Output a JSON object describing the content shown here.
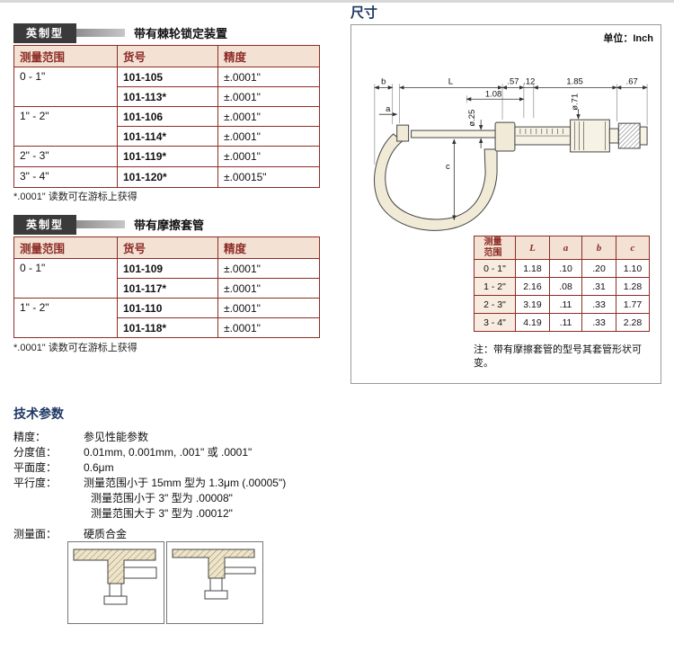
{
  "sections": {
    "ratchet": {
      "tag": "英制型",
      "subtitle": "带有棘轮锁定装置",
      "headers": {
        "range": "测量范围",
        "code": "货号",
        "accuracy": "精度"
      },
      "rows": [
        {
          "range": "0 - 1\"",
          "code": "101-105",
          "accuracy": "±.0001\""
        },
        {
          "code": "101-113*",
          "accuracy": "±.0001\""
        },
        {
          "range": "1\" - 2\"",
          "code": "101-106",
          "accuracy": "±.0001\""
        },
        {
          "code": "101-114*",
          "accuracy": "±.0001\""
        },
        {
          "range": "2\" - 3\"",
          "code": "101-119*",
          "accuracy": "±.0001\""
        },
        {
          "range": "3\" - 4\"",
          "code": "101-120*",
          "accuracy": "±.00015\""
        }
      ],
      "footnote": "*.0001\" 读数可在游标上获得"
    },
    "friction": {
      "tag": "英制型",
      "subtitle": "带有摩擦套管",
      "headers": {
        "range": "测量范围",
        "code": "货号",
        "accuracy": "精度"
      },
      "rows": [
        {
          "range": "0 - 1\"",
          "code": "101-109",
          "accuracy": "±.0001\""
        },
        {
          "code": "101-117*",
          "accuracy": "±.0001\""
        },
        {
          "range": "1\" - 2\"",
          "code": "101-110",
          "accuracy": "±.0001\""
        },
        {
          "code": "101-118*",
          "accuracy": "±.0001\""
        }
      ],
      "footnote": "*.0001\" 读数可在游标上获得"
    }
  },
  "dimensions_panel": {
    "title": "尺寸",
    "unit": "单位：Inch",
    "drawing_labels": {
      "b": "b",
      "L": "L",
      "d57": ".57",
      "d12": ".12",
      "d185": "1.85",
      "d67": ".67",
      "d108": "1.08",
      "dia25": "ø.25",
      "dia71": "ø.71",
      "a": "a",
      "c": "c"
    },
    "table": {
      "headers": [
        "测量范围",
        "L",
        "a",
        "b",
        "c"
      ],
      "rows": [
        {
          "range": "0 - 1\"",
          "L": "1.18",
          "a": ".10",
          "b": ".20",
          "c": "1.10"
        },
        {
          "range": "1 - 2\"",
          "L": "2.16",
          "a": ".08",
          "b": ".31",
          "c": "1.28"
        },
        {
          "range": "2 - 3\"",
          "L": "3.19",
          "a": ".11",
          "b": ".33",
          "c": "1.77"
        },
        {
          "range": "3 - 4\"",
          "L": "4.19",
          "a": ".11",
          "b": ".33",
          "c": "2.28"
        }
      ]
    },
    "note": "注：带有摩擦套管的型号其套管形状可变。"
  },
  "tech_specs": {
    "title": "技术参数",
    "rows": [
      {
        "label": "精度：",
        "value": "参见性能参数"
      },
      {
        "label": "分度值：",
        "value": "0.01mm, 0.001mm, .001\" 或 .0001\""
      },
      {
        "label": "平面度：",
        "value": "0.6μm"
      },
      {
        "label": "平行度：",
        "value": "测量范围小于 15mm 型为 1.3μm (.00005\")",
        "extra1": "测量范围小于 3\" 型为 .00008\"",
        "extra2": "测量范围大于 3\" 型为 .00012\""
      },
      {
        "label": "测量面：",
        "value": "硬质合金"
      }
    ]
  }
}
